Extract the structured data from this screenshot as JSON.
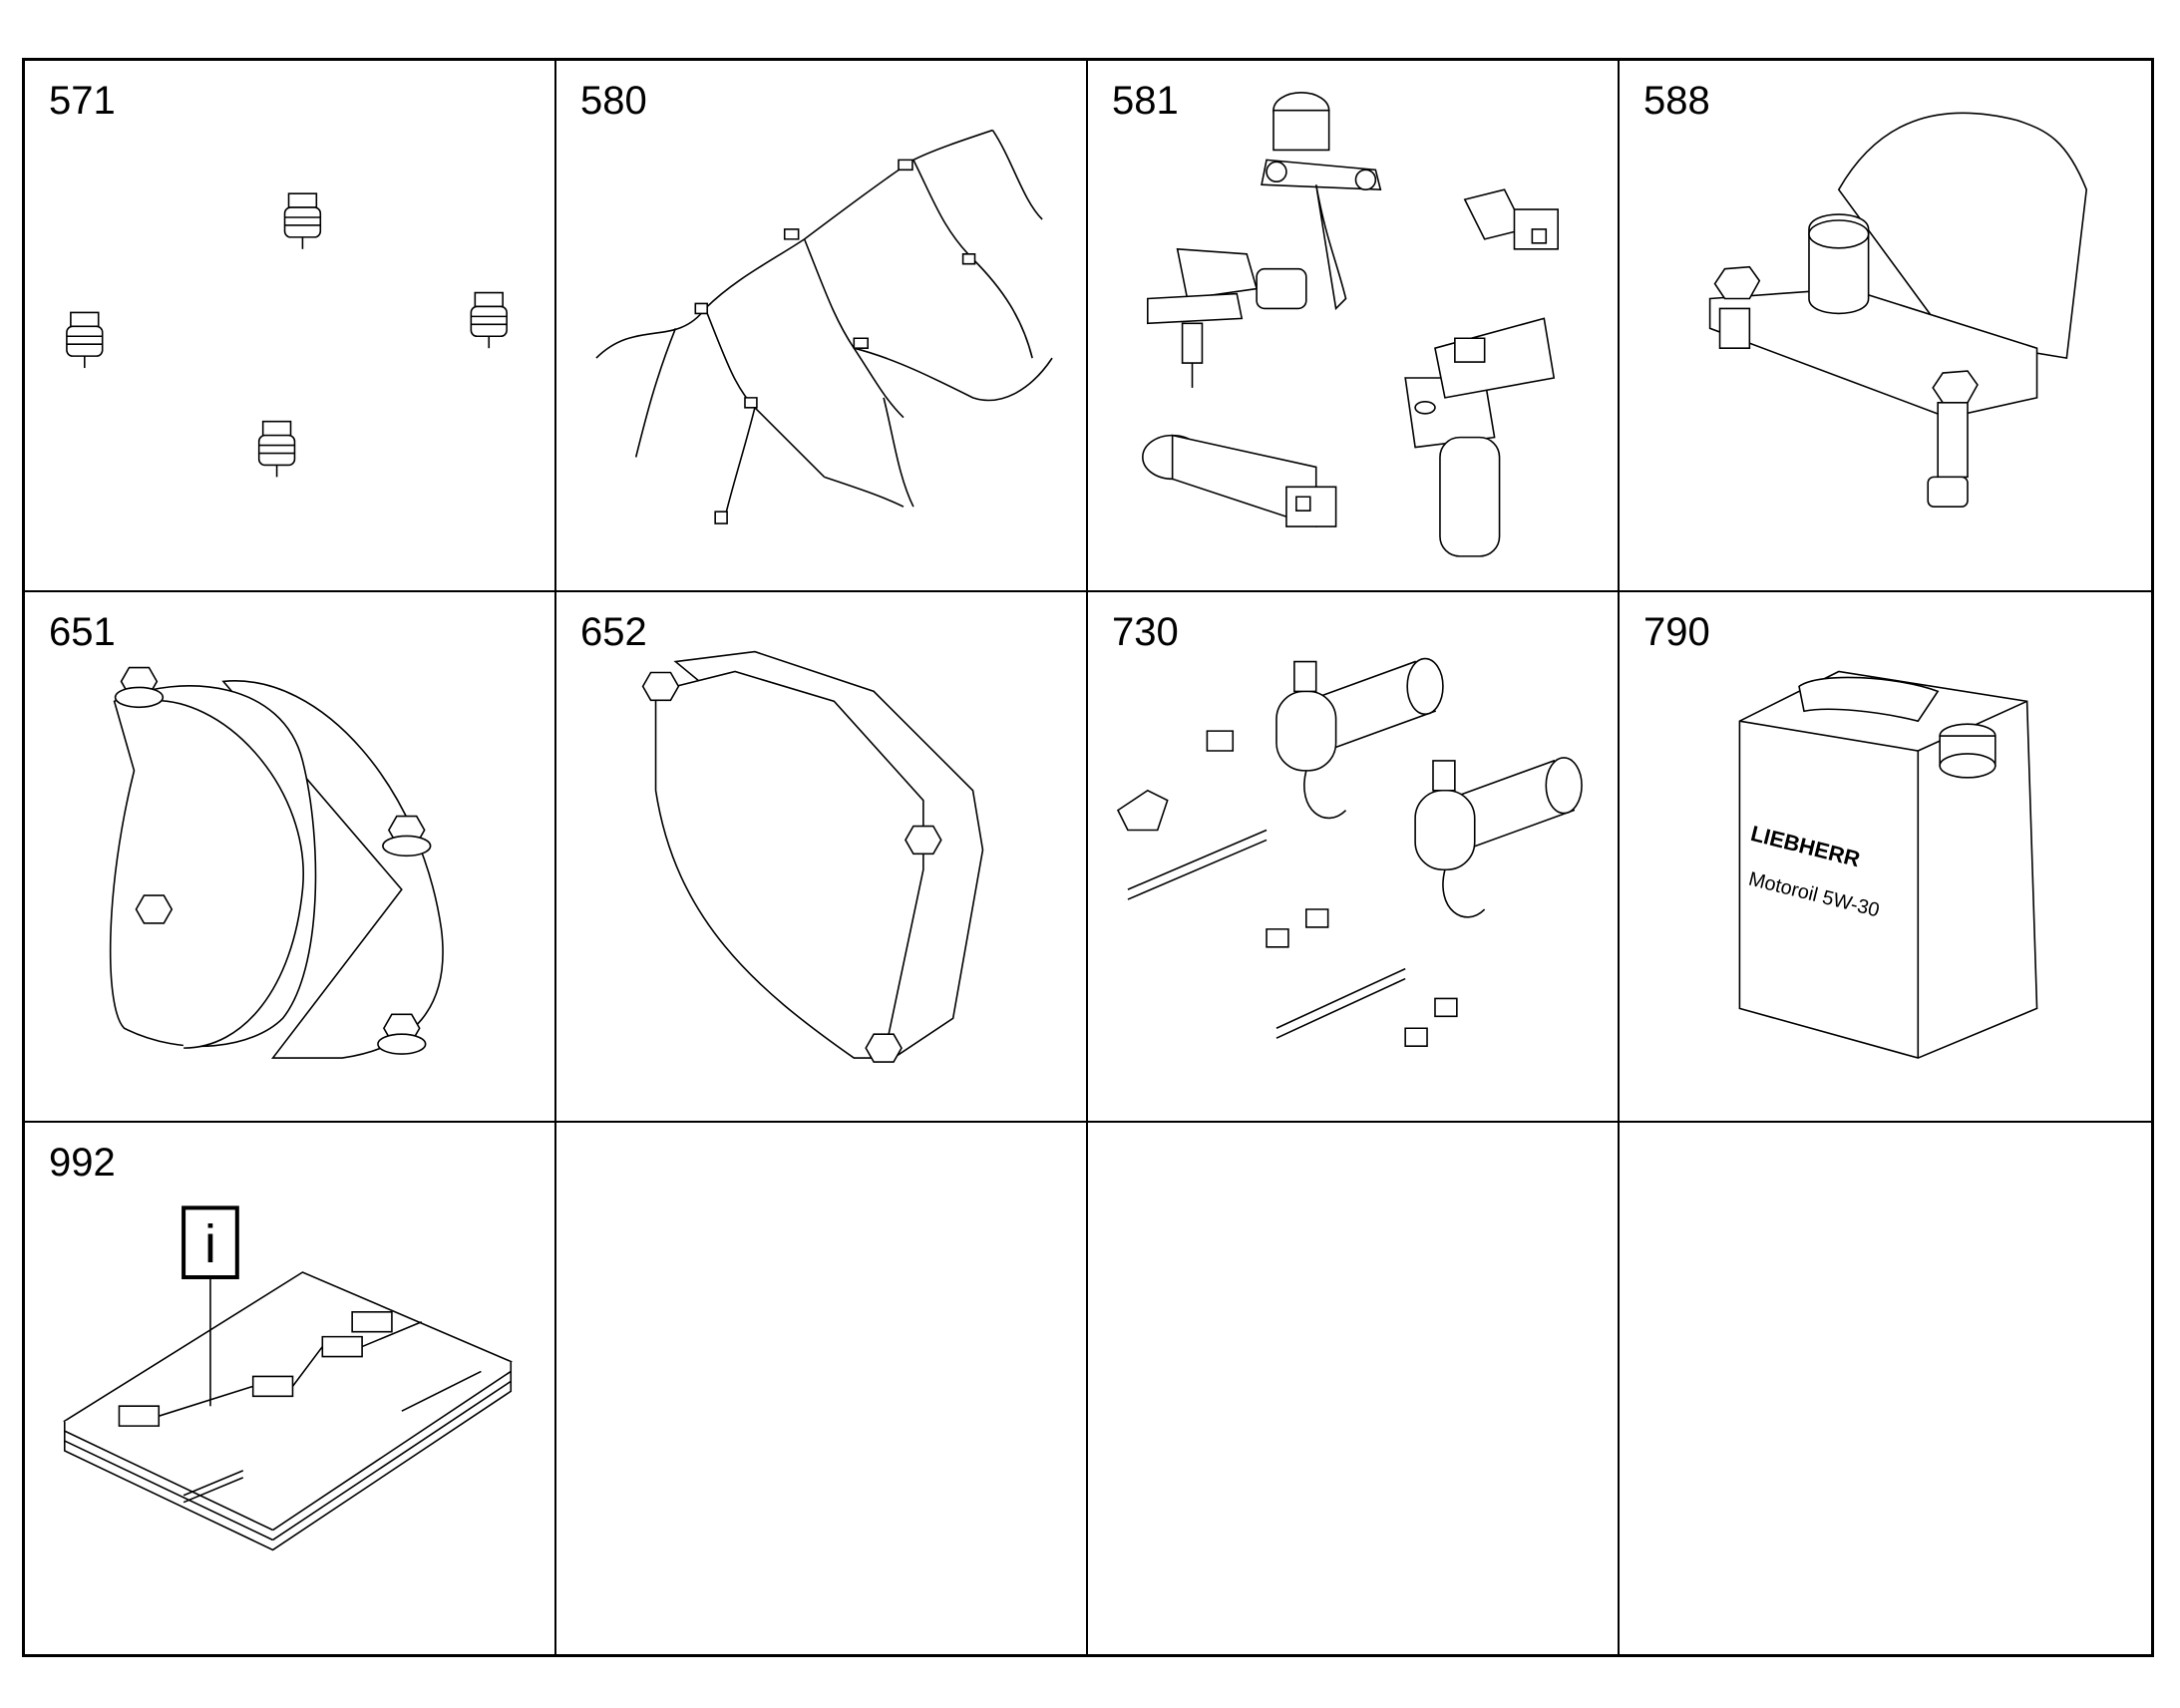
{
  "cells": [
    {
      "number": "571",
      "illustration": "bolt-set-icon"
    },
    {
      "number": "580",
      "illustration": "wiring-harness-icon"
    },
    {
      "number": "581",
      "illustration": "sensor-set-icon"
    },
    {
      "number": "588",
      "illustration": "bracket-icon"
    },
    {
      "number": "651",
      "illustration": "cover-icon"
    },
    {
      "number": "652",
      "illustration": "cover-plate-icon"
    },
    {
      "number": "730",
      "illustration": "heater-kit-icon"
    },
    {
      "number": "790",
      "illustration": "oil-canister-icon"
    },
    {
      "number": "992",
      "illustration": "documentation-icon"
    },
    {
      "number": "",
      "illustration": ""
    },
    {
      "number": "",
      "illustration": ""
    },
    {
      "number": "",
      "illustration": ""
    }
  ],
  "canister": {
    "brand": "LIEBHERR",
    "product": "Motoroil 5W-30"
  },
  "documentation": {
    "info_symbol": "i"
  }
}
